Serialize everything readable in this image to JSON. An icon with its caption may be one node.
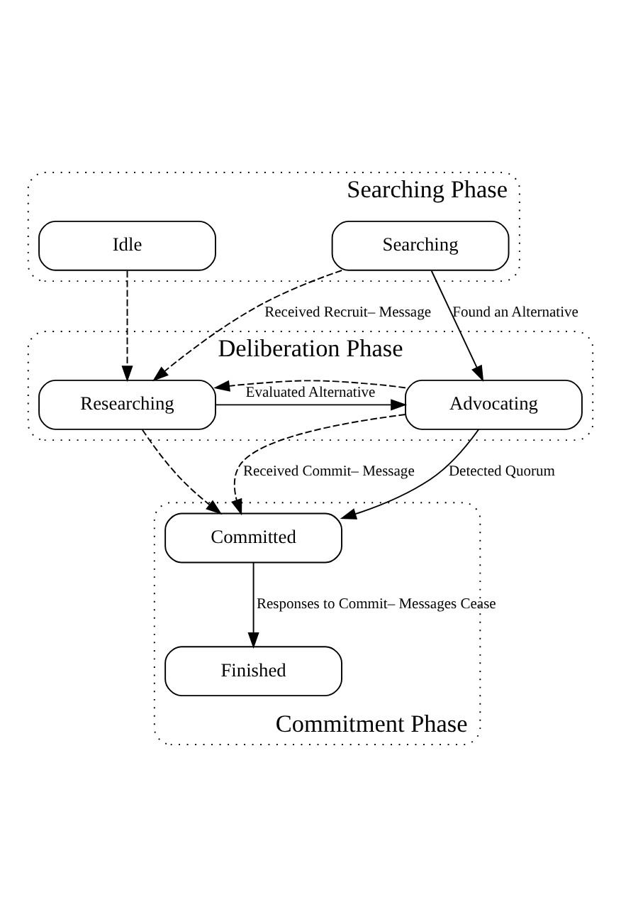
{
  "diagram": {
    "nodes": [
      {
        "text": [
          "Searching Phase"
        ]
      },
      {
        "text": [
          "Searching"
        ],
        "in": 0
      },
      {
        "text": [
          "Idle"
        ],
        "in": 0
      },
      {
        "text": [
          "Deliberation Phase"
        ]
      },
      {
        "text": [
          "Advocating"
        ],
        "in": 3
      },
      {
        "text": [
          "Researching"
        ],
        "in": 3
      },
      {
        "text": [
          "Commitment Phase"
        ]
      },
      {
        "text": [
          "Committed"
        ],
        "in": 6
      },
      {
        "text": [
          "Finished"
        ],
        "in": 6
      }
    ],
    "edges": [
      {
        "from": 1,
        "to": 4,
        "arrow": "to",
        "label": "Found an Alternative"
      },
      {
        "from": 1,
        "to": 5,
        "arrow": "to",
        "style": "dashed",
        "label": "Received Recruit– Message"
      },
      {
        "from": 2,
        "to": 5,
        "arrow": "to",
        "style": "dashed"
      },
      {
        "from": 4,
        "to": 5,
        "arrow": "to",
        "style": "dashed"
      },
      {
        "from": 5,
        "to": 4,
        "arrow": "to",
        "label": "Evaluated Alternative"
      },
      {
        "from": 4,
        "to": 7,
        "arrow": "to",
        "label": "Detected Quorum"
      },
      {
        "from": 4,
        "to": 7,
        "arrow": "to",
        "style": "dashed",
        "label": "Received Commit– Message"
      },
      {
        "from": 5,
        "to": 7,
        "arrow": "to",
        "style": "dashed"
      },
      {
        "from": 7,
        "to": 8,
        "arrow": "to",
        "label": "Responses to Commit– Messages Cease"
      }
    ]
  }
}
